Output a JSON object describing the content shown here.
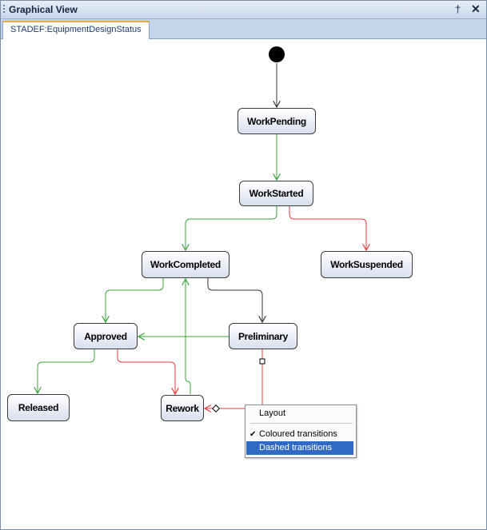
{
  "window": {
    "title": "Graphical View",
    "pin_glyph": "†",
    "close_glyph": "✕"
  },
  "tabs": [
    {
      "label": "STADEF:EquipmentDesignStatus",
      "active": true
    }
  ],
  "diagram": {
    "start_node": "initial-state",
    "states": {
      "work_pending": "WorkPending",
      "work_started": "WorkStarted",
      "work_completed": "WorkCompleted",
      "work_suspended": "WorkSuspended",
      "approved": "Approved",
      "preliminary": "Preliminary",
      "released": "Released",
      "rework": "Rework"
    },
    "transitions": [
      {
        "from": "start",
        "to": "WorkPending",
        "color": "#333333"
      },
      {
        "from": "WorkPending",
        "to": "WorkStarted",
        "color": "#3aa33a"
      },
      {
        "from": "WorkStarted",
        "to": "WorkCompleted",
        "color": "#3aa33a"
      },
      {
        "from": "WorkStarted",
        "to": "WorkSuspended",
        "color": "#e03c3c"
      },
      {
        "from": "WorkCompleted",
        "to": "Approved",
        "color": "#3aa33a"
      },
      {
        "from": "WorkCompleted",
        "to": "Preliminary",
        "color": "#333333"
      },
      {
        "from": "Preliminary",
        "to": "Approved",
        "color": "#3aa33a"
      },
      {
        "from": "Approved",
        "to": "Released",
        "color": "#3aa33a"
      },
      {
        "from": "Approved",
        "to": "Rework",
        "color": "#e03c3c"
      },
      {
        "from": "Rework",
        "to": "WorkCompleted",
        "color": "#3aa33a"
      },
      {
        "from": "Preliminary",
        "to": "Rework",
        "color": "#e03c3c"
      }
    ]
  },
  "context_menu": {
    "items": [
      {
        "label": "Layout",
        "checked": false,
        "highlighted": false
      },
      {
        "label": "Coloured transitions",
        "checked": true,
        "highlighted": false
      },
      {
        "label": "Dashed transitions",
        "checked": false,
        "highlighted": true
      }
    ],
    "check_glyph": "✔"
  },
  "colors": {
    "green_transition": "#3aa33a",
    "red_transition": "#e03c3c",
    "neutral_transition": "#333333",
    "menu_highlight": "#316ac5",
    "tab_accent": "#f2a93b"
  }
}
